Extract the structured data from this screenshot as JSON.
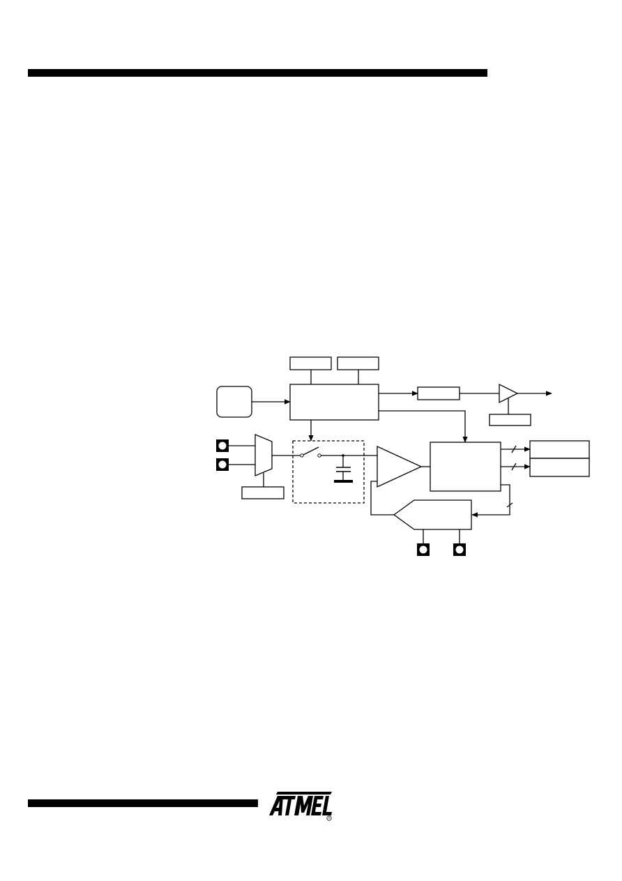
{
  "page": {
    "background_color": "#ffffff",
    "ink_color": "#000000"
  },
  "diagram": {
    "description": "",
    "pins": [
      "pin-1",
      "pin-2",
      "pin-3",
      "pin-4"
    ]
  },
  "logo": {
    "brand": "ATMEL",
    "registered_mark": "®"
  }
}
